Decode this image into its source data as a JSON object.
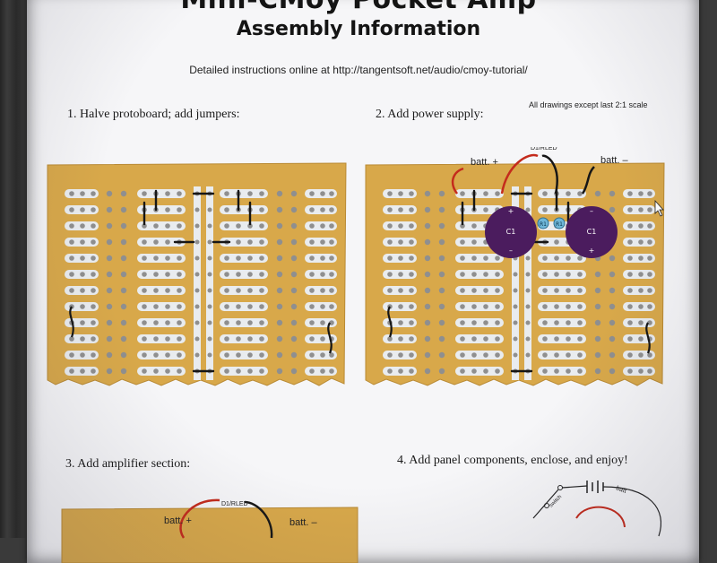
{
  "title": "Mini-CMoy Pocket Amp",
  "subtitle": "Assembly Information",
  "instructions": "Detailed instructions online at http://tangentsoft.net/audio/cmoy-tutorial/",
  "scale_note": "All drawings except last 2:1 scale",
  "steps": [
    {
      "label": "1. Halve protoboard; add jumpers:"
    },
    {
      "label": "2. Add power supply:"
    },
    {
      "label": "3. Add amplifier section:"
    },
    {
      "label": "4. Add panel components, enclose, and enjoy!"
    }
  ],
  "board_labels": {
    "batt_plus": "batt. +",
    "batt_minus": "batt. –",
    "led": "D1/RLED",
    "cap": "C1",
    "resistor": "R1",
    "switch": "switch",
    "batt": "batt"
  },
  "colors": {
    "board": "#d8a84a",
    "board_edge": "#b98a34",
    "pad": "#e9ecef",
    "hole": "#8f8f8f",
    "capacitor": "#4b1c5e",
    "resistor": "#6fb7d8",
    "wire_red": "#c42b1c",
    "wire_black": "#161616"
  }
}
